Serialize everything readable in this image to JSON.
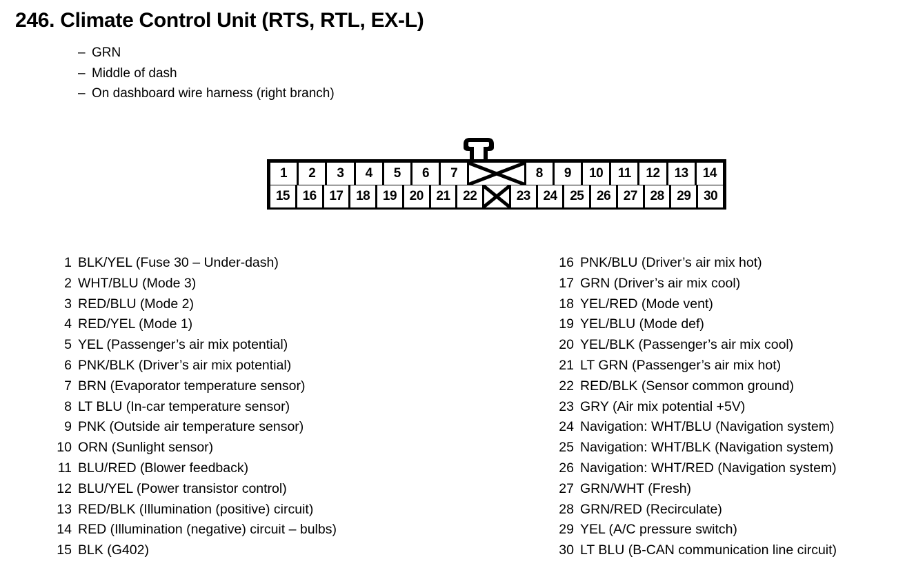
{
  "header": {
    "number": "246.",
    "title": "246.  Climate Control Unit (RTS, RTL, EX-L)",
    "subtitles": [
      {
        "dash": "–",
        "text": "GRN"
      },
      {
        "dash": "–",
        "text": "Middle of dash"
      },
      {
        "dash": "–",
        "text": "On dashboard wire harness (right branch)"
      }
    ]
  },
  "connector": {
    "latch_label": "connector-latch-tab",
    "top_row": [
      {
        "label": "1",
        "type": "pin"
      },
      {
        "label": "2",
        "type": "pin"
      },
      {
        "label": "3",
        "type": "pin"
      },
      {
        "label": "4",
        "type": "pin"
      },
      {
        "label": "5",
        "type": "pin"
      },
      {
        "label": "6",
        "type": "pin"
      },
      {
        "label": "7",
        "type": "pin"
      },
      {
        "label": "",
        "type": "blank-wide"
      },
      {
        "label": "8",
        "type": "pin"
      },
      {
        "label": "9",
        "type": "pin"
      },
      {
        "label": "10",
        "type": "pin"
      },
      {
        "label": "11",
        "type": "pin"
      },
      {
        "label": "12",
        "type": "pin"
      },
      {
        "label": "13",
        "type": "pin"
      },
      {
        "label": "14",
        "type": "pin"
      }
    ],
    "bottom_row": [
      {
        "label": "15",
        "type": "pin"
      },
      {
        "label": "16",
        "type": "pin"
      },
      {
        "label": "17",
        "type": "pin"
      },
      {
        "label": "18",
        "type": "pin"
      },
      {
        "label": "19",
        "type": "pin"
      },
      {
        "label": "20",
        "type": "pin"
      },
      {
        "label": "21",
        "type": "pin"
      },
      {
        "label": "22",
        "type": "pin"
      },
      {
        "label": "",
        "type": "blank-narrow"
      },
      {
        "label": "23",
        "type": "pin"
      },
      {
        "label": "24",
        "type": "pin"
      },
      {
        "label": "25",
        "type": "pin"
      },
      {
        "label": "26",
        "type": "pin"
      },
      {
        "label": "27",
        "type": "pin"
      },
      {
        "label": "28",
        "type": "pin"
      },
      {
        "label": "29",
        "type": "pin"
      },
      {
        "label": "30",
        "type": "pin"
      }
    ]
  },
  "pins_left": [
    {
      "num": "1",
      "desc": "BLK/YEL (Fuse 30 – Under-dash)"
    },
    {
      "num": "2",
      "desc": "WHT/BLU (Mode 3)"
    },
    {
      "num": "3",
      "desc": "RED/BLU (Mode 2)"
    },
    {
      "num": "4",
      "desc": "RED/YEL (Mode 1)"
    },
    {
      "num": "5",
      "desc": "YEL (Passenger’s air mix potential)"
    },
    {
      "num": "6",
      "desc": "PNK/BLK (Driver’s air mix potential)"
    },
    {
      "num": "7",
      "desc": "BRN (Evaporator temperature sensor)"
    },
    {
      "num": "8",
      "desc": "LT BLU (In-car temperature sensor)"
    },
    {
      "num": "9",
      "desc": "PNK (Outside air temperature sensor)"
    },
    {
      "num": "10",
      "desc": "ORN (Sunlight sensor)"
    },
    {
      "num": "11",
      "desc": "BLU/RED (Blower feedback)"
    },
    {
      "num": "12",
      "desc": "BLU/YEL (Power transistor control)"
    },
    {
      "num": "13",
      "desc": "RED/BLK (Illumination (positive) circuit)"
    },
    {
      "num": "14",
      "desc": "RED (Illumination (negative) circuit – bulbs)"
    },
    {
      "num": "15",
      "desc": "BLK (G402)"
    }
  ],
  "pins_right": [
    {
      "num": "16",
      "desc": "PNK/BLU (Driver’s air mix hot)"
    },
    {
      "num": "17",
      "desc": "GRN (Driver’s air mix cool)"
    },
    {
      "num": "18",
      "desc": "YEL/RED (Mode vent)"
    },
    {
      "num": "19",
      "desc": "YEL/BLU (Mode def)"
    },
    {
      "num": "20",
      "desc": "YEL/BLK (Passenger’s air mix cool)"
    },
    {
      "num": "21",
      "desc": "LT GRN (Passenger’s air mix hot)"
    },
    {
      "num": "22",
      "desc": "RED/BLK (Sensor common ground)"
    },
    {
      "num": "23",
      "desc": "GRY (Air mix potential +5V)"
    },
    {
      "num": "24",
      "desc": "Navigation: WHT/BLU (Navigation system)"
    },
    {
      "num": "25",
      "desc": "Navigation: WHT/BLK (Navigation system)"
    },
    {
      "num": "26",
      "desc": "Navigation: WHT/RED (Navigation system)"
    },
    {
      "num": "27",
      "desc": "GRN/WHT (Fresh)"
    },
    {
      "num": "28",
      "desc": "GRN/RED (Recirculate)"
    },
    {
      "num": "29",
      "desc": "YEL (A/C pressure switch)"
    },
    {
      "num": "30",
      "desc": "LT BLU (B-CAN communication line circuit)"
    }
  ],
  "colors": {
    "ink": "#000000",
    "paper": "#ffffff"
  }
}
